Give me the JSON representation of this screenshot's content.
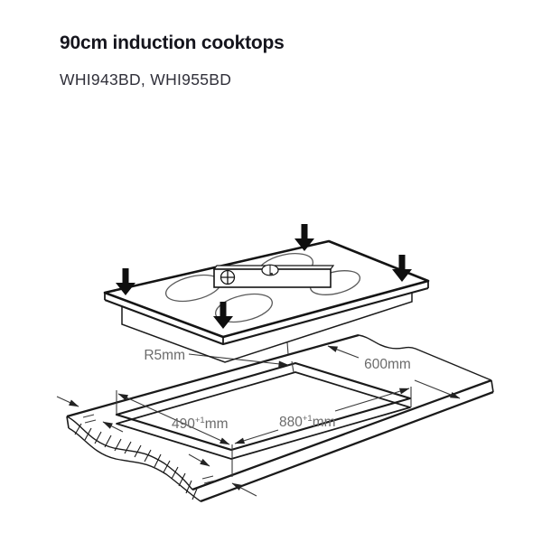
{
  "page": {
    "title": "90cm induction cooktops",
    "subtitle": "WHI943BD, WHI955BD"
  },
  "diagram": {
    "dim_r5": {
      "label": "R5mm"
    },
    "dim_600": {
      "label": "600mm"
    },
    "dim_490": {
      "value": "490",
      "tolerance": "+1",
      "unit": "mm"
    },
    "dim_880": {
      "value": "880",
      "tolerance": "+1",
      "unit": "mm"
    }
  },
  "colors": {
    "title_text": "#15151d",
    "subtitle_text": "#30303a",
    "dimension_text": "#6b6b6b",
    "line": "#1a1a1a"
  }
}
